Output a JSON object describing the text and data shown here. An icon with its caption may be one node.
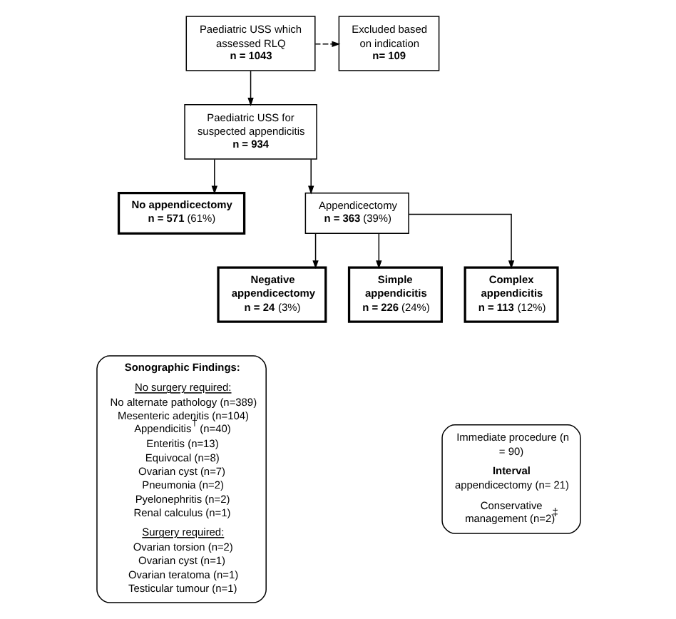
{
  "diagram": {
    "nodes": [
      {
        "text": [
          "Paediatric USS which assessed RLQ",
          "**n = 1043**"
        ]
      },
      {
        "text": [
          "Excluded based on indication",
          "**n= 109**"
        ]
      },
      {
        "text": [
          "Paediatric USS for suspected appendicitis",
          "**n = 934**"
        ]
      },
      {
        "text": [
          "**No appendicectomy**",
          "**n = 571** (61%)"
        ]
      },
      {
        "text": [
          "**Sonographic Findings:**",
          "No surgery required:",
          "No alternate pathology (n=389)",
          "Mesenteric adenitis (n=104)",
          "Appendicitis$^{†}$ (n=40)",
          "Enteritis (n=13)",
          "Equivocal (n=8)",
          "Ovarian cyst (n=7)",
          "Pneumonia (n=2)",
          "Pyelonephritis (n=2)",
          "Renal calculus (n=1)",
          "Surgery required:",
          "Ovarian torsion (n=2)",
          "Ovarian cyst (n=1)",
          "Ovarian teratoma (n=1)",
          "Testicular tumour (n=1)"
        ]
      },
      {
        "text": [
          "Appendicectomy",
          "**n = 363** (39%)"
        ]
      },
      {
        "text": [
          "**Negative appendicectomy**",
          "**n = 24** (3%)"
        ]
      },
      {
        "text": [
          "**Simple appendicitis**",
          "**n = 226** (24%)"
        ]
      },
      {
        "text": [
          "**Complex appendicitis**",
          "**n = 113**  (12%)"
        ]
      },
      {
        "text": [
          "Immediate procedure (n = 90)",
          "**Interval** appendicectomy (n= 21)",
          "Conservative management (n=2)$^{‡}$"
        ]
      }
    ],
    "edges": [
      {
        "from": 0,
        "to": 2,
        "arrow": "to"
      },
      {
        "from": 0,
        "to": 1,
        "arrow": "to",
        "style": "dashed"
      },
      {
        "from": 2,
        "to": 3,
        "arrow": "to"
      },
      {
        "from": 2,
        "to": 5,
        "arrow": "to"
      },
      {
        "from": 5,
        "to": 6,
        "arrow": "to"
      },
      {
        "from": 5,
        "to": 7,
        "arrow": "to"
      },
      {
        "from": 5,
        "to": 8,
        "arrow": "to"
      }
    ]
  }
}
